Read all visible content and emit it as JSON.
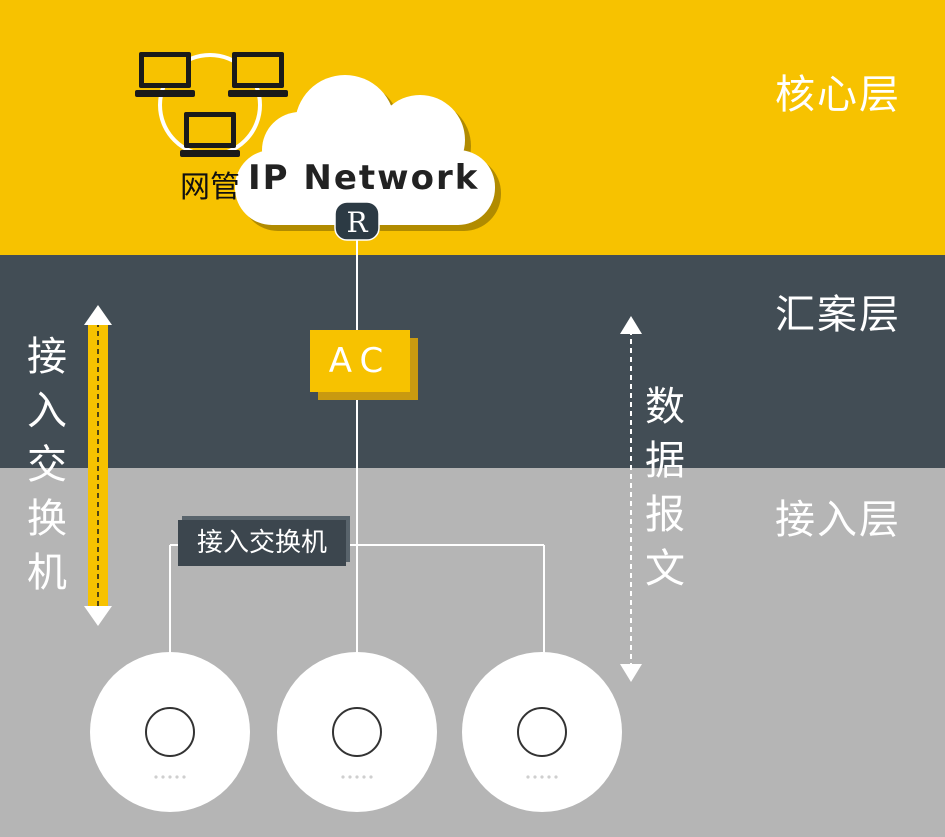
{
  "layers": {
    "core": "核心层",
    "aggregation": "汇案层",
    "access": "接入层"
  },
  "core": {
    "management_label": "网管",
    "network_label": "IP Network",
    "router_label": "R"
  },
  "aggregation": {
    "ac_label": "AC"
  },
  "access": {
    "switch_label": "接入交换机"
  },
  "side_labels": {
    "access_switch_vertical": "接\n入\n交\n换\n机",
    "data_packet_vertical": "数\n据\n报\n文"
  },
  "colors": {
    "core_band": "#f7c200",
    "aggregation_band": "#424d55",
    "access_band": "#b5b5b5"
  },
  "icons": [
    "laptop-icon",
    "cloud-icon",
    "router-icon",
    "access-point-icon",
    "double-arrow-icon"
  ]
}
